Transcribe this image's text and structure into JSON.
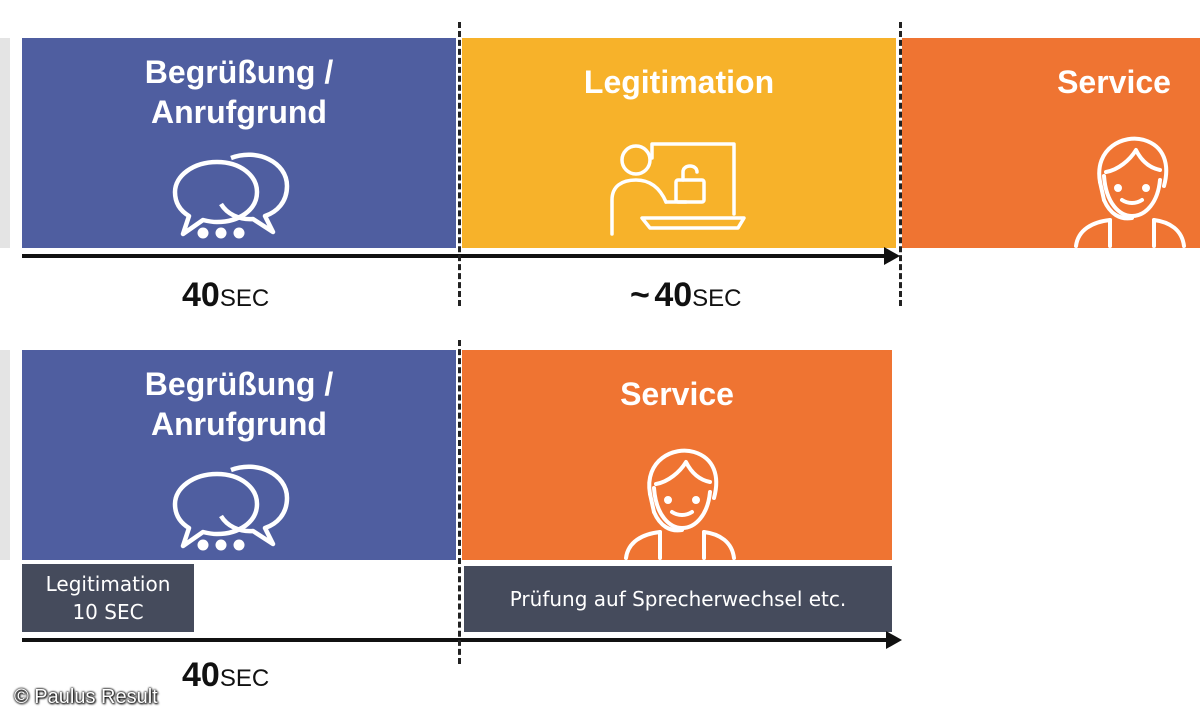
{
  "row1": {
    "block1_title": "Begrüßung /\nAnrufgrund",
    "block2_title": "Legitimation",
    "block3_title": "Service",
    "time1_num": "40",
    "time1_unit": "SEC",
    "time2_prefix": "~",
    "time2_num": "40",
    "time2_unit": "SEC"
  },
  "row2": {
    "block1_title": "Begrüßung /\nAnrufgrund",
    "block2_title": "Service",
    "legit_line1": "Legitimation",
    "legit_line2": "10 SEC",
    "check_label": "Prüfung auf Sprecherwechsel etc.",
    "time_num": "40",
    "time_unit": "SEC"
  },
  "copyright": "© Paulus Result",
  "colors": {
    "blue": "#4f5ea0",
    "yellow": "#f7b22a",
    "orange": "#ef7432",
    "slate": "#454b5c"
  },
  "icons": {
    "greeting": "speech-bubbles-icon",
    "legitimation": "person-laptop-lock-icon",
    "service": "agent-headset-icon"
  }
}
